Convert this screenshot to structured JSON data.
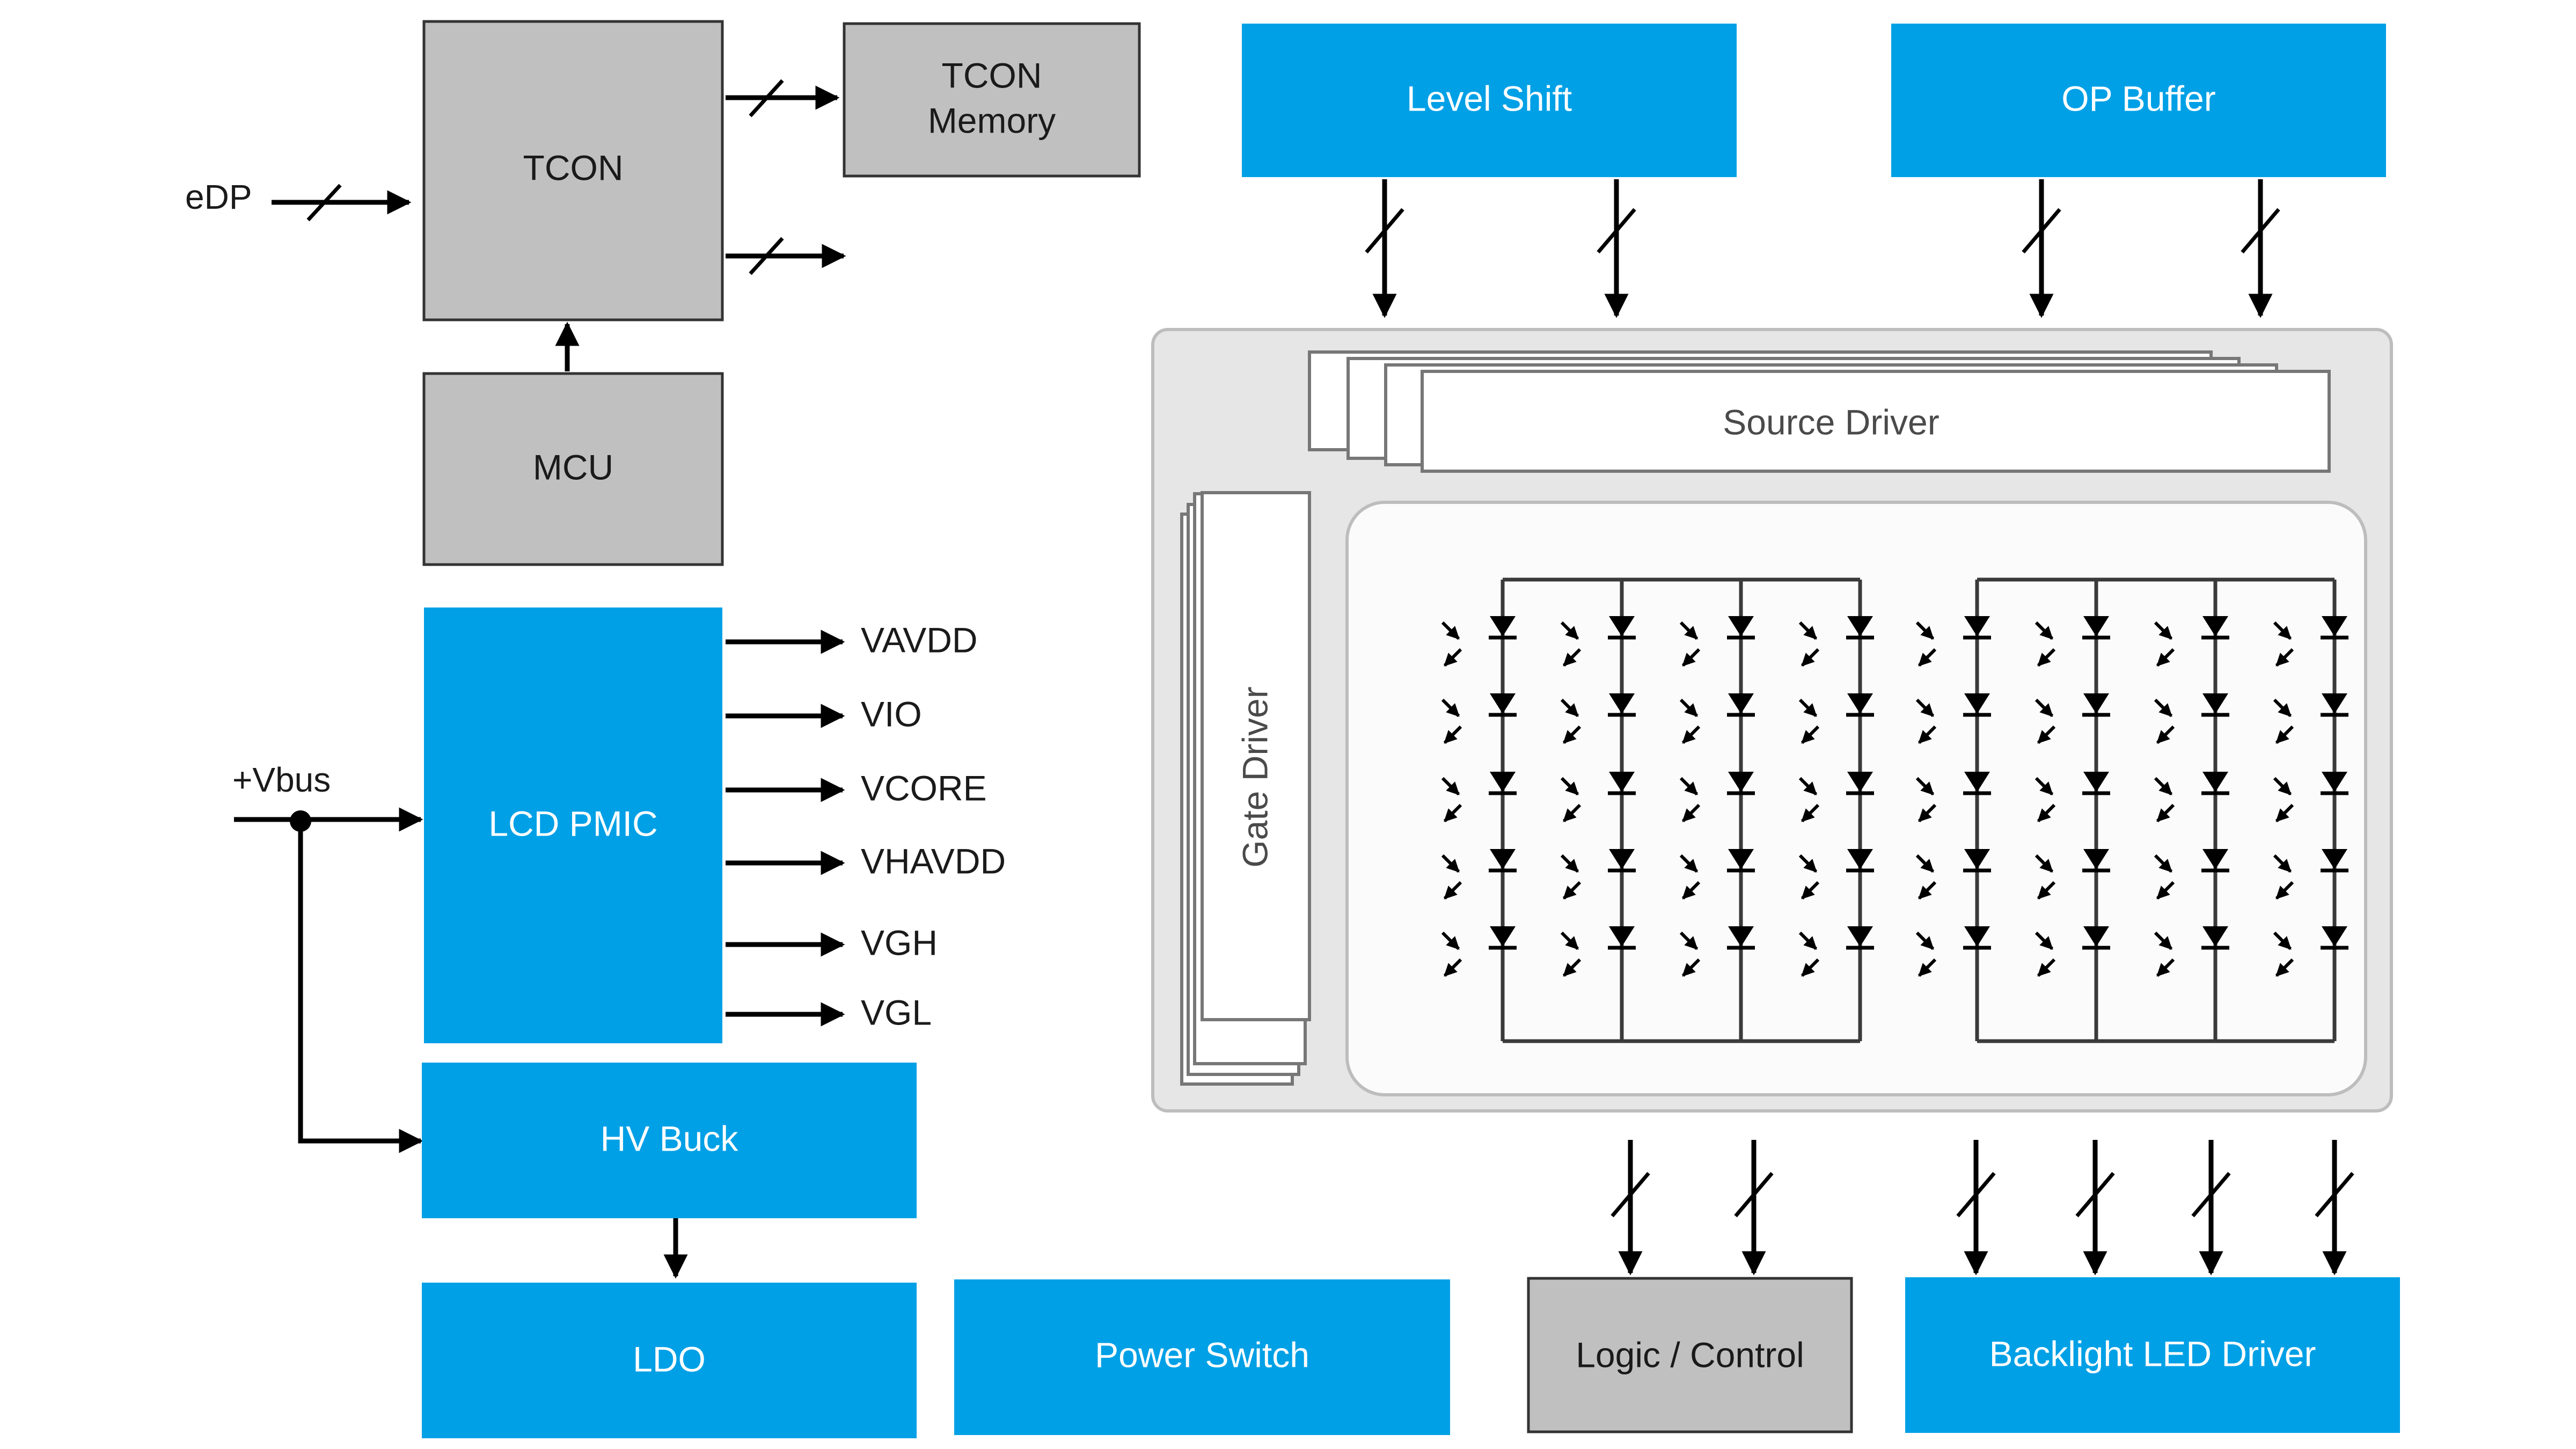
{
  "colors": {
    "gray_block": "#c0c0c0",
    "blue_block": "#00a0e6",
    "line": "#000000",
    "panel_bg": "#e6e6e6",
    "panel_border": "#bdbdbd",
    "array_bg": "#fbfbfb",
    "led_line": "#3a3a3a",
    "blue_text": "#ffffff",
    "dark_text": "#1a1a1a"
  },
  "blocks": {
    "tcon": "TCON",
    "tcon_memory_line1": "TCON",
    "tcon_memory_line2": "Memory",
    "mcu": "MCU",
    "level_shift": "Level Shift",
    "op_buffer": "OP Buffer",
    "lcd_pmic": "LCD PMIC",
    "hv_buck": "HV Buck",
    "ldo": "LDO",
    "power_switch": "Power Switch",
    "logic_control": "Logic / Control",
    "backlight_led_driver": "Backlight LED Driver"
  },
  "signals": {
    "edp": "eDP",
    "vbus": "+Vbus"
  },
  "pmic_outputs": [
    "VAVDD",
    "VIO",
    "VCORE",
    "VHAVDD",
    "VGH",
    "VGL"
  ],
  "panel": {
    "source_driver": "Source Driver",
    "gate_driver": "Gate Driver",
    "led_columns_per_group": 4,
    "leds_per_column": 5
  }
}
